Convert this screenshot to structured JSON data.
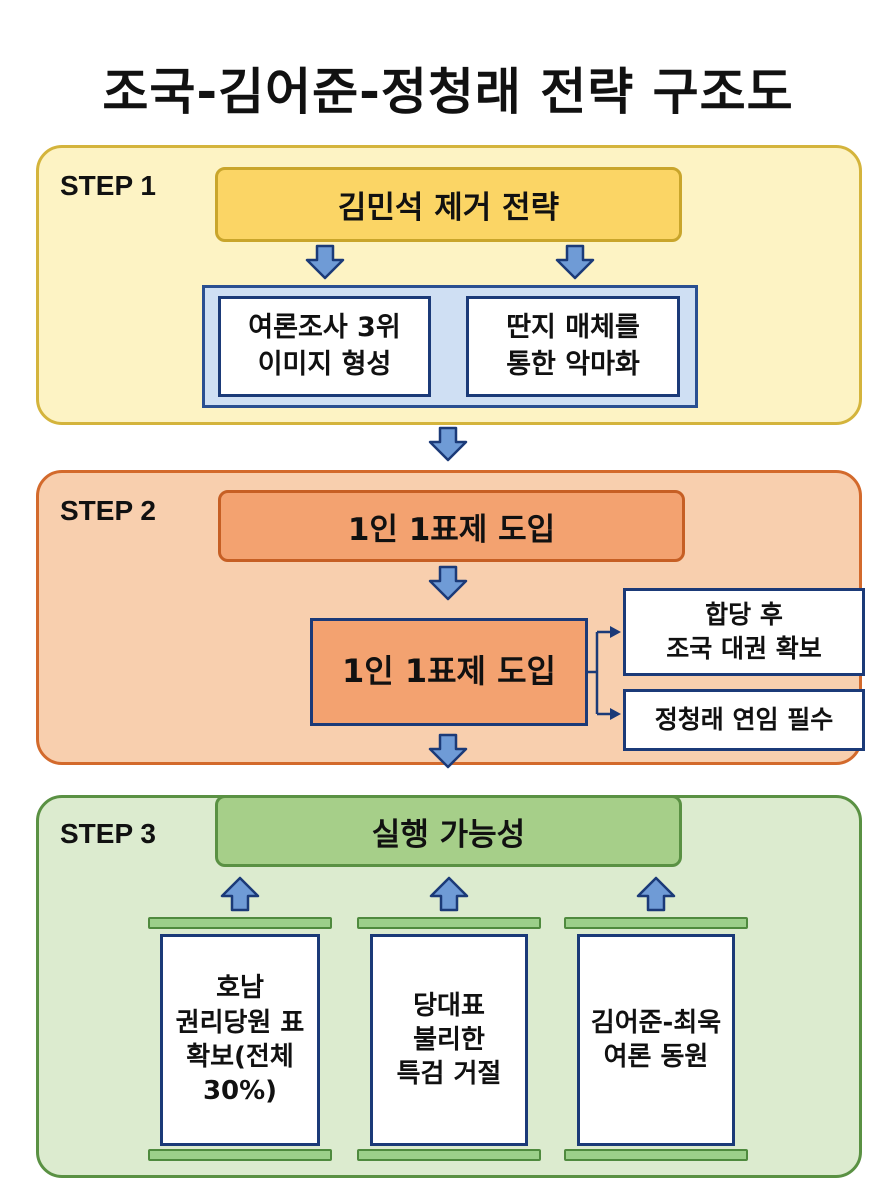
{
  "title": "조국-김어준-정청래 전략 구조도",
  "step1": {
    "label": "STEP 1",
    "header": "김민석 제거 전략",
    "items": [
      "여론조사 3위\n이미지 형성",
      "딴지 매체를\n통한 악마화"
    ]
  },
  "step2": {
    "label": "STEP 2",
    "header": "1인 1표제 도입",
    "center": "1인 1표제 도입",
    "outcomes": [
      "합당 후\n조국 대권 확보",
      "정청래 연임 필수"
    ]
  },
  "step3": {
    "label": "STEP 3",
    "header": "실행 가능성",
    "pillars": [
      "호남\n권리당원 표\n확보(전체\n30%)",
      "당대표\n불리한\n특검 거절",
      "김어준-최욱\n여론 동원"
    ]
  },
  "colors": {
    "step1_panel": "#fdf3c4",
    "step2_panel": "#f8cfae",
    "step3_panel": "#dcebcf",
    "arrow": "#6f9bd6",
    "box_border": "#1b3a78"
  }
}
